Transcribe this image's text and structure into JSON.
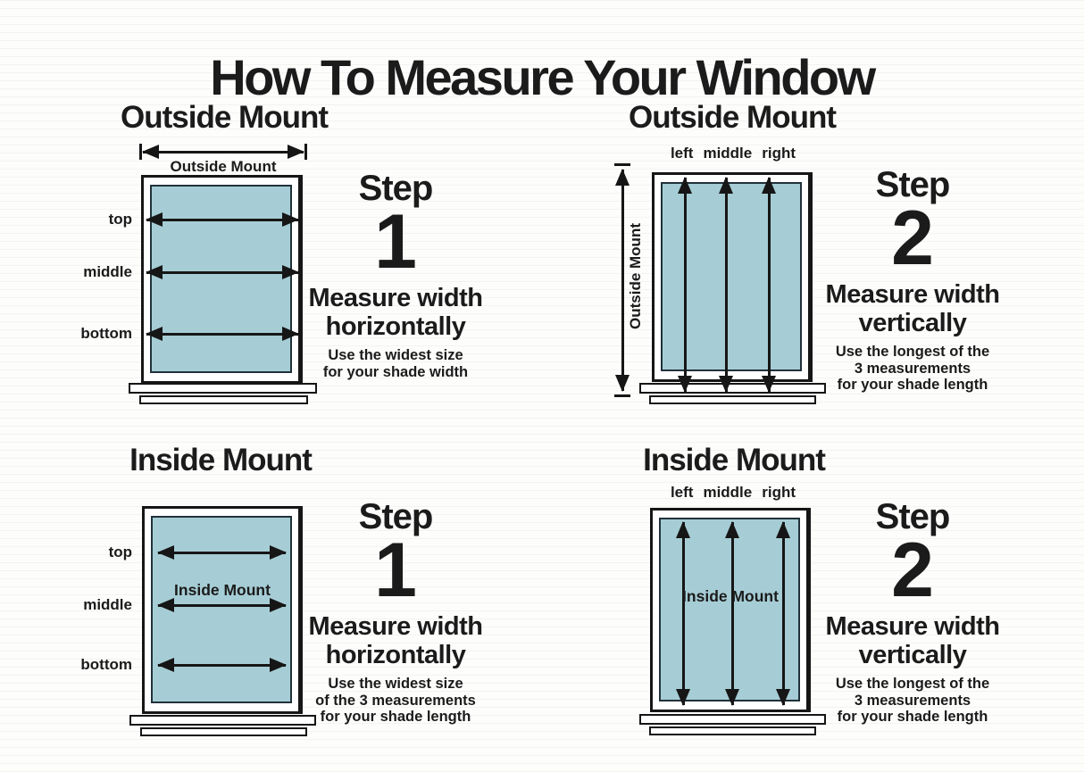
{
  "title": "How To Measure Your Window",
  "colors": {
    "shade_fill": "#a6cdd5",
    "line": "#161616",
    "background": "#fdfdfc"
  },
  "quadrants": {
    "outside_h": {
      "heading": "Outside Mount",
      "measure_label": "Outside Mount",
      "rows": [
        "top",
        "middle",
        "bottom"
      ],
      "step": {
        "word": "Step",
        "number": "1",
        "line1": "Measure width",
        "line2": "horizontally",
        "notes": [
          "Use the widest size",
          "for your shade width"
        ]
      }
    },
    "outside_v": {
      "heading": "Outside Mount",
      "measure_label": "Outside Mount",
      "cols": [
        "left",
        "middle",
        "right"
      ],
      "step": {
        "word": "Step",
        "number": "2",
        "line1": "Measure width",
        "line2": "vertically",
        "notes": [
          "Use the longest of the",
          "3 measurements",
          "for your shade length"
        ]
      }
    },
    "inside_h": {
      "heading": "Inside Mount",
      "inner_label": "Inside Mount",
      "rows": [
        "top",
        "middle",
        "bottom"
      ],
      "step": {
        "word": "Step",
        "number": "1",
        "line1": "Measure width",
        "line2": "horizontally",
        "notes": [
          "Use the widest size",
          "of the 3 measurements",
          "for your shade length"
        ]
      }
    },
    "inside_v": {
      "heading": "Inside Mount",
      "inner_label": "Inside Mount",
      "cols": [
        "left",
        "middle",
        "right"
      ],
      "step": {
        "word": "Step",
        "number": "2",
        "line1": "Measure width",
        "line2": "vertically",
        "notes": [
          "Use the longest of the",
          "3 measurements",
          "for your shade length"
        ]
      }
    }
  }
}
